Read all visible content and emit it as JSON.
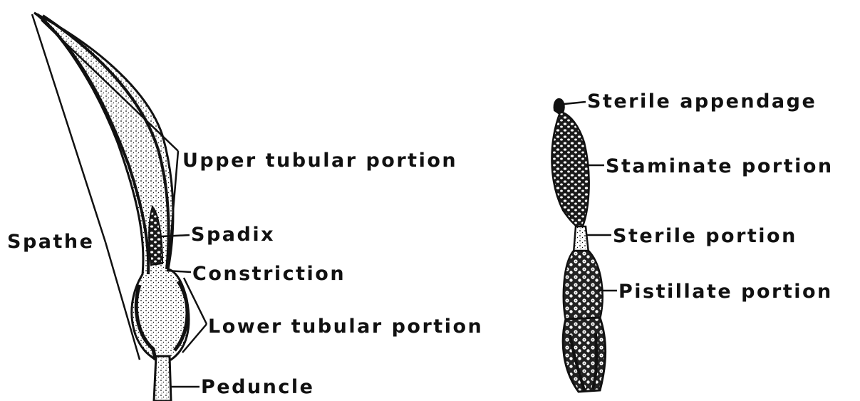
{
  "figure": {
    "left_labels": {
      "spathe": "Spathe",
      "upper_tubular": "Upper tubular portion",
      "spadix": "Spadix",
      "constriction": "Constriction",
      "lower_tubular": "Lower tubular portion",
      "peduncle": "Peduncle"
    },
    "right_labels": {
      "sterile_appendage": "Sterile appendage",
      "staminate": "Staminate portion",
      "sterile_portion": "Sterile portion",
      "pistillate": "Pistillate portion"
    }
  },
  "colors": {
    "ink": "#111111",
    "background": "#ffffff"
  }
}
